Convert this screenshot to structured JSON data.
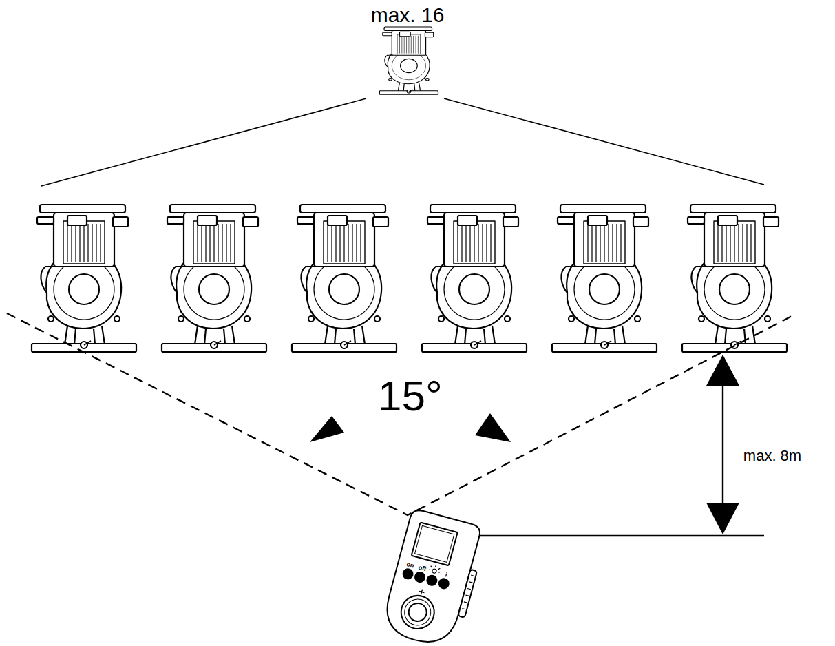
{
  "diagram": {
    "labels": [
      "max. 16",
      "15°",
      "max. 8m",
      "on",
      "off",
      "i"
    ]
  }
}
